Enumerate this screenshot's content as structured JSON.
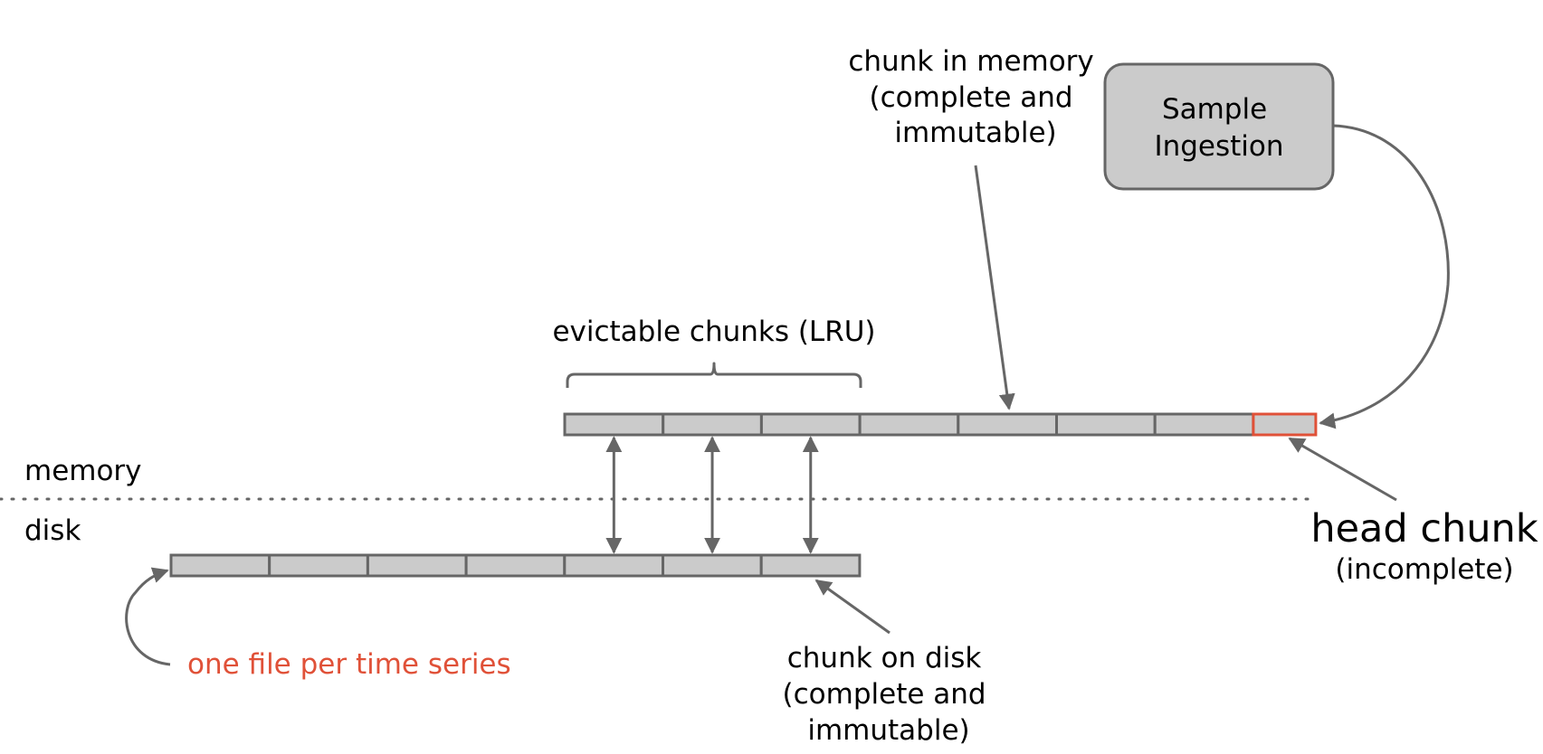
{
  "labels": {
    "memory": "memory",
    "disk": "disk",
    "evictable": "evictable chunks (LRU)",
    "chunk_in_memory": [
      "chunk in memory",
      "(complete and",
      "immutable)"
    ],
    "sample_ingestion": [
      "Sample",
      "Ingestion"
    ],
    "head_chunk": "head chunk",
    "head_chunk_sub": "(incomplete)",
    "chunk_on_disk": [
      "chunk on disk",
      "(complete and",
      "immutable)"
    ],
    "one_file": "one file per time series"
  },
  "memory_row": {
    "chunk_count": 7,
    "has_head_chunk": true
  },
  "disk_row": {
    "chunk_count": 7
  },
  "evictable_chunk_count": 3,
  "colors": {
    "chunk_fill": "#cbcbcb",
    "outline": "#666666",
    "head_chunk_outline": "#e05138",
    "ingestion_box_fill": "#cbcbcb",
    "highlight_text": "#e05138"
  }
}
